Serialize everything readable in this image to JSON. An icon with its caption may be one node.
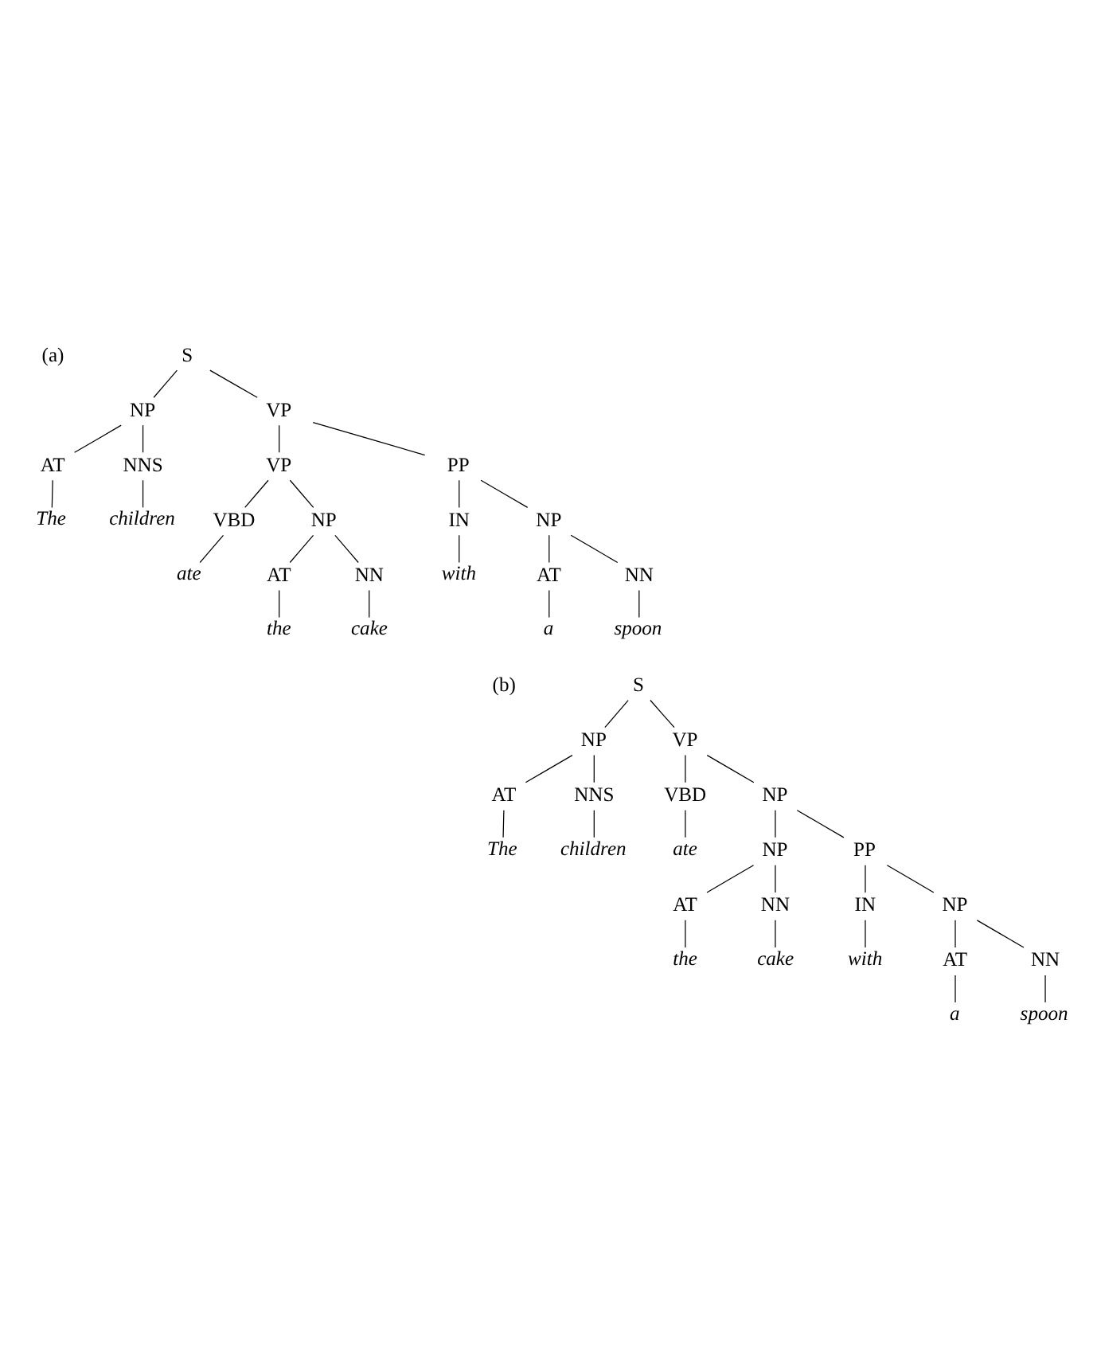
{
  "diagram": {
    "nodes": [
      {
        "text": [
          "S"
        ]
      },
      {
        "text": [
          "NP"
        ]
      },
      {
        "text": [
          "VP"
        ]
      },
      {
        "text": [
          "AT"
        ]
      },
      {
        "text": [
          "NNS"
        ]
      },
      {
        "text": [
          "VP"
        ]
      },
      {
        "text": [
          "PP"
        ]
      },
      {
        "text": [
          "The"
        ]
      },
      {
        "text": [
          "children"
        ]
      },
      {
        "text": [
          "VBD"
        ]
      },
      {
        "text": [
          "NP"
        ]
      },
      {
        "text": [
          "IN"
        ]
      },
      {
        "text": [
          "NP"
        ]
      },
      {
        "text": [
          "ate"
        ]
      },
      {
        "text": [
          "AT"
        ]
      },
      {
        "text": [
          "NN"
        ]
      },
      {
        "text": [
          "with"
        ]
      },
      {
        "text": [
          "AT"
        ]
      },
      {
        "text": [
          "NN"
        ]
      },
      {
        "text": [
          "the"
        ]
      },
      {
        "text": [
          "cake"
        ]
      },
      {
        "text": [
          "a"
        ]
      },
      {
        "text": [
          "spoon"
        ]
      },
      {
        "text": [
          "S"
        ]
      },
      {
        "text": [
          "NP"
        ]
      },
      {
        "text": [
          "VP"
        ]
      },
      {
        "text": [
          "AT"
        ]
      },
      {
        "text": [
          "NNS"
        ]
      },
      {
        "text": [
          "VBD"
        ]
      },
      {
        "text": [
          "NP"
        ]
      },
      {
        "text": [
          "The"
        ]
      },
      {
        "text": [
          "children"
        ]
      },
      {
        "text": [
          "ate"
        ]
      },
      {
        "text": [
          "NP"
        ]
      },
      {
        "text": [
          "PP"
        ]
      },
      {
        "text": [
          "AT"
        ]
      },
      {
        "text": [
          "NN"
        ]
      },
      {
        "text": [
          "IN"
        ]
      },
      {
        "text": [
          "NP"
        ]
      },
      {
        "text": [
          "the"
        ]
      },
      {
        "text": [
          "cake"
        ]
      },
      {
        "text": [
          "with"
        ]
      },
      {
        "text": [
          "AT"
        ]
      },
      {
        "text": [
          "NN"
        ]
      },
      {
        "text": [
          "a"
        ]
      },
      {
        "text": [
          "spoon"
        ]
      }
    ],
    "edges": [
      {
        "from": 0,
        "to": 1,
        "arrow": "none"
      },
      {
        "from": 0,
        "to": 2,
        "arrow": "none"
      },
      {
        "from": 1,
        "to": 3,
        "arrow": "none"
      },
      {
        "from": 1,
        "to": 4,
        "arrow": "none"
      },
      {
        "from": 2,
        "to": 5,
        "arrow": "none"
      },
      {
        "from": 2,
        "to": 6,
        "arrow": "none"
      },
      {
        "from": 3,
        "to": 7,
        "arrow": "none"
      },
      {
        "from": 4,
        "to": 8,
        "arrow": "none"
      },
      {
        "from": 5,
        "to": 9,
        "arrow": "none"
      },
      {
        "from": 5,
        "to": 10,
        "arrow": "none"
      },
      {
        "from": 6,
        "to": 11,
        "arrow": "none"
      },
      {
        "from": 6,
        "to": 12,
        "arrow": "none"
      },
      {
        "from": 9,
        "to": 13,
        "arrow": "none"
      },
      {
        "from": 10,
        "to": 14,
        "arrow": "none"
      },
      {
        "from": 10,
        "to": 15,
        "arrow": "none"
      },
      {
        "from": 11,
        "to": 16,
        "arrow": "none"
      },
      {
        "from": 12,
        "to": 17,
        "arrow": "none"
      },
      {
        "from": 12,
        "to": 18,
        "arrow": "none"
      },
      {
        "from": 14,
        "to": 19,
        "arrow": "none"
      },
      {
        "from": 15,
        "to": 20,
        "arrow": "none"
      },
      {
        "from": 17,
        "to": 21,
        "arrow": "none"
      },
      {
        "from": 18,
        "to": 22,
        "arrow": "none"
      },
      {
        "from": 23,
        "to": 24,
        "arrow": "none"
      },
      {
        "from": 23,
        "to": 25,
        "arrow": "none"
      },
      {
        "from": 24,
        "to": 26,
        "arrow": "none"
      },
      {
        "from": 24,
        "to": 27,
        "arrow": "none"
      },
      {
        "from": 25,
        "to": 28,
        "arrow": "none"
      },
      {
        "from": 25,
        "to": 29,
        "arrow": "none"
      },
      {
        "from": 26,
        "to": 30,
        "arrow": "none"
      },
      {
        "from": 27,
        "to": 31,
        "arrow": "none"
      },
      {
        "from": 28,
        "to": 32,
        "arrow": "none"
      },
      {
        "from": 29,
        "to": 33,
        "arrow": "none"
      },
      {
        "from": 29,
        "to": 34,
        "arrow": "none"
      },
      {
        "from": 33,
        "to": 35,
        "arrow": "none"
      },
      {
        "from": 33,
        "to": 36,
        "arrow": "none"
      },
      {
        "from": 34,
        "to": 37,
        "arrow": "none"
      },
      {
        "from": 34,
        "to": 38,
        "arrow": "none"
      },
      {
        "from": 35,
        "to": 39,
        "arrow": "none"
      },
      {
        "from": 36,
        "to": 40,
        "arrow": "none"
      },
      {
        "from": 37,
        "to": 41,
        "arrow": "none"
      },
      {
        "from": 38,
        "to": 42,
        "arrow": "none"
      },
      {
        "from": 38,
        "to": 43,
        "arrow": "none"
      },
      {
        "from": 42,
        "to": 44,
        "arrow": "none"
      },
      {
        "from": 43,
        "to": 45,
        "arrow": "none"
      }
    ],
    "labels": [
      "(a)",
      "(b)"
    ]
  }
}
